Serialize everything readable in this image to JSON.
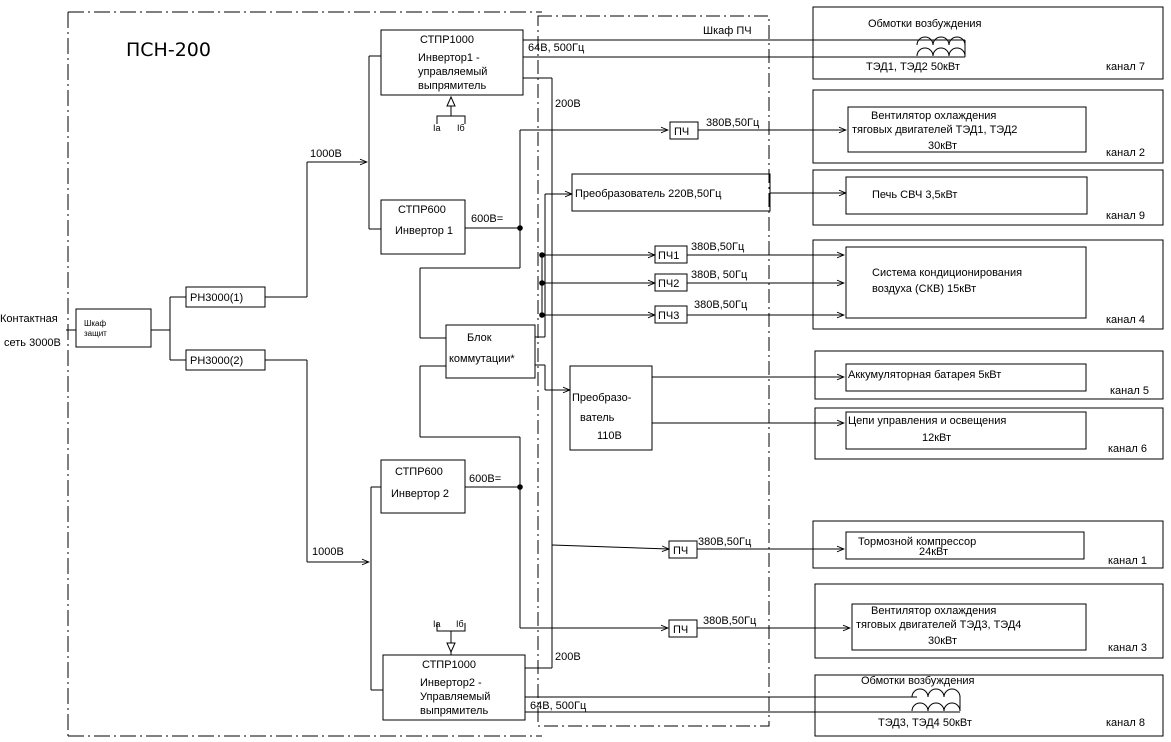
{
  "title": "ПСН-200",
  "cabinet_label": "Шкаф ПЧ",
  "source": {
    "line1": "Контактная",
    "line2": "сеть 3000В"
  },
  "protection": {
    "line1": "Шкаф",
    "line2": "защит"
  },
  "rn1": "РН3000(1)",
  "rn2": "РН3000(2)",
  "volt_1000_top": "1000В",
  "volt_1000_bottom": "1000В",
  "inv1000_top": {
    "l1": "СТПР1000",
    "l2": "Инвертор1 -",
    "l3": "управляемый",
    "l4": "выпрямитель"
  },
  "inv1000_bottom": {
    "l1": "СТПР1000",
    "l2": "Инвертор2 -",
    "l3": "Управляемый",
    "l4": "выпрямитель"
  },
  "inv600_top": {
    "l1": "СТПР600",
    "l2": "Инвертор 1"
  },
  "inv600_bottom": {
    "l1": "СТПР600",
    "l2": "Инвертор 2"
  },
  "volt_600_top": "600В=",
  "volt_600_bottom": "600В=",
  "volt_200_top": "200В",
  "volt_200_bottom": "200В",
  "volt_64_top": "64В, 500Гц",
  "volt_64_bottom": "64В, 500Гц",
  "ia": "Ia",
  "ib": "Iб",
  "switch_block": {
    "l1": "Блок",
    "l2": "коммутации*"
  },
  "conv220": "Преобразователь 220В,50Гц",
  "conv110": {
    "l1": "Преобразо-",
    "l2": "ватель",
    "l3": "110В"
  },
  "pch": "ПЧ",
  "pch1": "ПЧ1",
  "pch2": "ПЧ2",
  "pch3": "ПЧ3",
  "v380": "380В,50Гц",
  "v380_sp": "380В, 50Гц",
  "ch7": {
    "l1": "Обмотки возбуждения",
    "l2": "ТЭД1, ТЭД2  50кВт",
    "channel": "канал 7"
  },
  "ch2": {
    "l1": "Вентилятор охлаждения",
    "l2": "тяговых двигателей ТЭД1, ТЭД2",
    "l3": "30кВт",
    "channel": "канал 2"
  },
  "ch9": {
    "l1": "Печь СВЧ 3,5кВт",
    "channel": "канал 9"
  },
  "ch4": {
    "l1": "Система    кондиционирования",
    "l2": "воздуха  (СКВ)       15кВт",
    "channel": "канал 4"
  },
  "ch5": {
    "l1": "Аккумуляторная батарея 5кВт",
    "channel": "канал 5"
  },
  "ch6": {
    "l1": "Цепи управления и освещения",
    "l2": "12кВт",
    "channel": "канал 6"
  },
  "ch1": {
    "l1": "Тормозной компрессор",
    "l2": "24кВт",
    "channel": "канал 1"
  },
  "ch3": {
    "l1": "Вентилятор охлаждения",
    "l2": "тяговых двигателей ТЭД3, ТЭД4",
    "l3": "30кВт",
    "channel": "канал 3"
  },
  "ch8": {
    "l1": "Обмотки  возбуждения",
    "l2": "ТЭД3, ТЭД4 50кВт",
    "channel": "канал 8"
  }
}
